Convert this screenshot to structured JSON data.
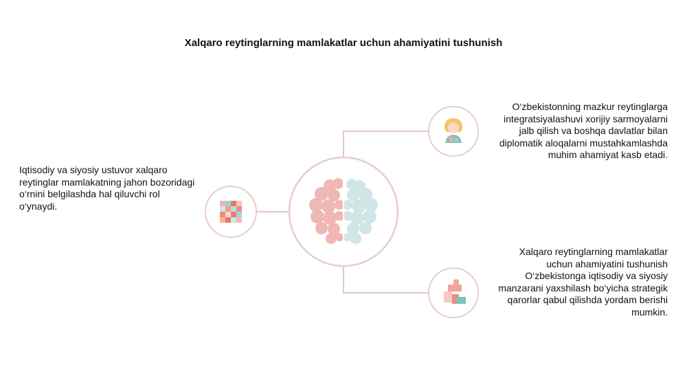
{
  "title": "Xalqaro reytinglarning mamlakatlar uchun ahamiyatini tushunish",
  "nodes": {
    "left": {
      "icon": "colored-blocks-icon",
      "text": "Iqtisodiy va siyosiy ustuvor xalqaro reytinglar mamlakatning jahon bozoridagi o‘rnini belgilashda hal qiluvchi rol o‘ynaydi."
    },
    "right_top": {
      "icon": "person-icon",
      "text": "O‘zbekistonning mazkur reytinglarga integratsiyalashuvi xorijiy sarmoyalarni jalb qilish va boshqa davlatlar bilan diplomatik aloqalarni mustahkamlashda muhim ahamiyat kasb etadi."
    },
    "right_bottom": {
      "icon": "puzzle-pieces-icon",
      "text": "Xalqaro reytinglarning mamlakatlar uchun ahamiyatini tushunish O‘zbekistonga iqtisodiy va siyosiy manzarani yaxshilash bo‘yicha strategik qarorlar qabul qilishda yordam berishi mumkin."
    },
    "center": {
      "icon": "brain-icon"
    }
  },
  "colors": {
    "circle_stroke": "#e8cccc",
    "line": "#e3c7c7",
    "brain_left": "#efb8b4",
    "brain_right": "#cfe5e6"
  }
}
